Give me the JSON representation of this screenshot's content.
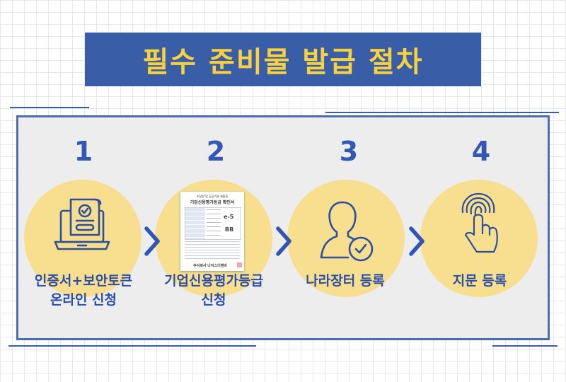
{
  "title": "필수 준비물 발급 절차",
  "steps": [
    {
      "number": "1",
      "label_line1": "인증서+보안토큰",
      "label_line2": "온라인 신청",
      "icon": "certificate-laptop-icon"
    },
    {
      "number": "2",
      "label_line1": "기업신용평가등급",
      "label_line2": "신청",
      "icon": "credit-rating-document-icon"
    },
    {
      "number": "3",
      "label_line1": "나라장터 등록",
      "label_line2": "",
      "icon": "user-check-icon"
    },
    {
      "number": "4",
      "label_line1": "지문 등록",
      "label_line2": "",
      "icon": "fingerprint-touch-icon"
    }
  ],
  "document": {
    "header": "조달청 및 공공기관 제출용",
    "title": "기업신용평가등급 확인서",
    "grade_1": "e-5",
    "grade_2": "BB",
    "footer": "주식회사 나이스디앤비"
  },
  "colors": {
    "banner": "#3a5da8",
    "title_text": "#f7d23e",
    "circle": "#f7df8f",
    "accent": "#3357b5"
  }
}
